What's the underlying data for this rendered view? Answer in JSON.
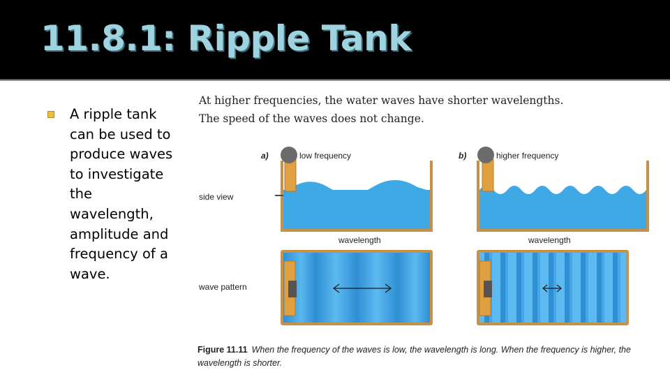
{
  "title": "11.8.1: Ripple Tank",
  "bullets": [
    "A ripple tank can be used to produce waves to investigate the wavelength, amplitude and frequency of a wave."
  ],
  "figure": {
    "intro_line1": "At higher frequencies, the water waves have shorter wavelengths.",
    "intro_line2": "The speed of the waves does not change.",
    "row_labels": {
      "side_view": "side view",
      "wave_pattern": "wave pattern"
    },
    "panels": [
      {
        "letter": "a)",
        "label": "low frequency",
        "wavelength_label": "wavelength"
      },
      {
        "letter": "b)",
        "label": "higher frequency",
        "wavelength_label": "wavelength"
      }
    ],
    "caption_label": "Figure 11.11",
    "caption_text": "When the frequency of the waves is low, the wavelength is long.  When the frequency is higher, the wavelength is shorter."
  },
  "colors": {
    "title_bar": "#000000",
    "title_text": "#9fd3e0",
    "bullet_marker": "#e7c13b",
    "water": "#3fa9e6",
    "tank_wall": "#c8914a",
    "dipper": "#e0a040"
  }
}
